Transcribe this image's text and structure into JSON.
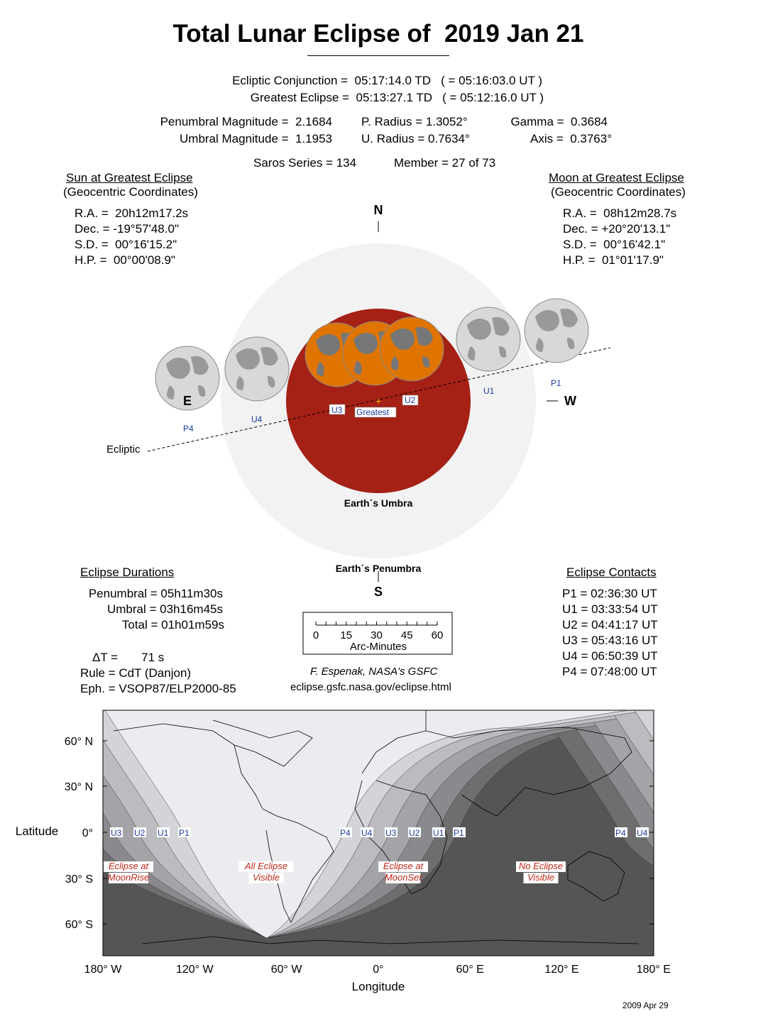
{
  "title": "Total Lunar Eclipse of  2019 Jan 21",
  "header": {
    "conj": "Ecliptic Conjunction =  05:17:14.0 TD   ( = 05:16:03.0 UT )",
    "greatest": "Greatest Eclipse =  05:13:27.1 TD   ( = 05:12:16.0 UT )",
    "pen_mag": "Penumbral Magnitude =  2.1684",
    "umb_mag": "Umbral Magnitude =  1.1953",
    "p_radius": "P. Radius = 1.3052°",
    "u_radius": "U. Radius = 0.7634°",
    "gamma": "Gamma =  0.3684",
    "axis": "Axis =  0.3763°",
    "saros": "Saros Series = 134",
    "member": "Member = 27 of 73"
  },
  "sun": {
    "title": "Sun at Greatest Eclipse",
    "sub": "(Geocentric Coordinates)",
    "ra": "R.A. =  20h12m17.2s",
    "dec": "Dec. = -19°57'48.0\"",
    "sd": "S.D. =  00°16'15.2\"",
    "hp": "H.P. =  00°00'08.9\""
  },
  "moon": {
    "title": "Moon at Greatest Eclipse",
    "sub": "(Geocentric Coordinates)",
    "ra": "R.A. =  08h12m28.7s",
    "dec": "Dec. = +20°20'13.1\"",
    "sd": "S.D. =  00°16'42.1\"",
    "hp": "H.P. =  01°01'17.9\""
  },
  "diagram": {
    "n": "N",
    "s": "S",
    "e": "E",
    "w": "W",
    "ecliptic": "Ecliptic",
    "umbra": "Earth´s Umbra",
    "penumbra": "Earth´s Penumbra",
    "labels": {
      "p4": "P4",
      "u4": "U4",
      "u3": "U3",
      "greatest": "Greatest",
      "u2": "U2",
      "u1": "U1",
      "p1": "P1"
    },
    "colors": {
      "umbra": "#a52015",
      "penumbra": "#f2f2f2",
      "moon_eclipsed": "#e07400",
      "moon": "#d8d8d8"
    }
  },
  "durations": {
    "title": "Eclipse Durations",
    "penumbral": "Penumbral = 05h11m30s",
    "umbral": "Umbral = 03h16m45s",
    "total": "Total = 01h01m59s",
    "dt": "ΔT =       71 s",
    "rule": "Rule = CdT (Danjon)",
    "eph": "Eph. = VSOP87/ELP2000-85"
  },
  "scale": {
    "ticks": [
      "0",
      "15",
      "30",
      "45",
      "60"
    ],
    "label": "Arc-Minutes"
  },
  "credit": {
    "author": "F. Espenak, NASA's GSFC",
    "url": "eclipse.gsfc.nasa.gov/eclipse.html"
  },
  "contacts": {
    "title": "Eclipse Contacts",
    "items": [
      "P1 = 02:36:30 UT",
      "U1 = 03:33:54 UT",
      "U2 = 04:41:17 UT",
      "U3 = 05:43:16 UT",
      "U4 = 06:50:39 UT",
      "P4 = 07:48:00 UT"
    ]
  },
  "map": {
    "ylabel": "Latitude",
    "xlabel": "Longitude",
    "lat_ticks": [
      "60° N",
      "30° N",
      "0°",
      "30° S",
      "60° S"
    ],
    "lon_ticks": [
      "180° W",
      "120° W",
      "60° W",
      "0°",
      "60° E",
      "120° E",
      "180° E"
    ],
    "curve_labels": [
      "U3",
      "U2",
      "U1",
      "P1",
      "P4",
      "U4",
      "U3",
      "U2",
      "U1",
      "P1",
      "P4",
      "U4"
    ],
    "zones": [
      [
        "Eclipse at",
        "MoonRise"
      ],
      [
        "All Eclipse",
        "Visible"
      ],
      [
        "Eclipse at",
        "MoonSet"
      ],
      [
        "No Eclipse",
        "Visible"
      ]
    ]
  },
  "date": "2009 Apr 29"
}
